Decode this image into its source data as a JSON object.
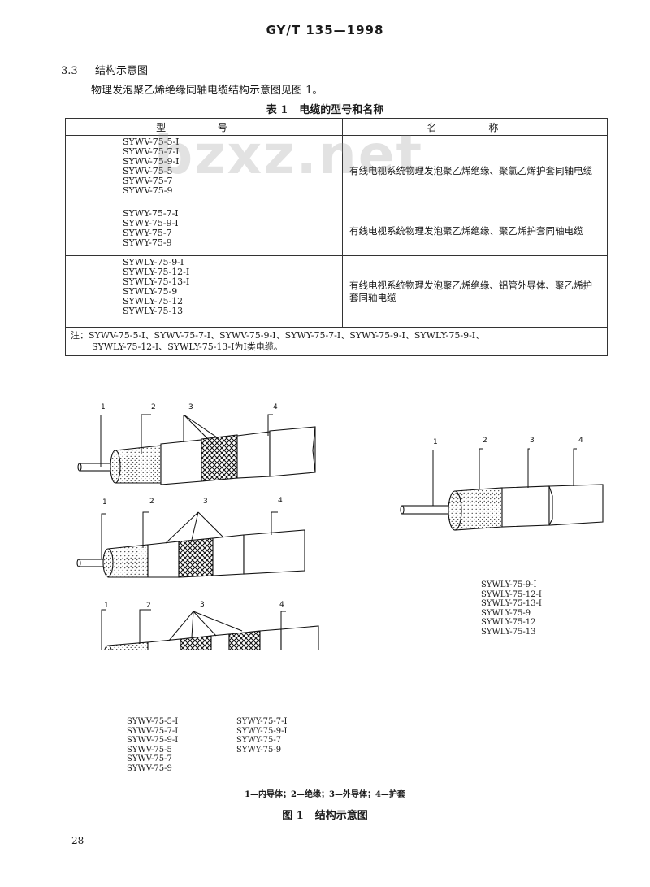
{
  "header": {
    "standard": "GY/T 135—1998"
  },
  "section": {
    "number": "3.3",
    "title": "结构示意图"
  },
  "intro": "物理发泡聚乙烯绝缘同轴电缆结构示意图见图 1。",
  "table": {
    "caption_number": "表 1",
    "caption_title": "电缆的型号和名称",
    "col_model": "型 号",
    "col_name": "名 称",
    "rows": [
      {
        "models": [
          "SYWV-75-5-Ⅰ",
          "SYWV-75-7-Ⅰ",
          "SYWV-75-9-Ⅰ",
          "SYWV-75-5",
          "SYWV-75-7",
          "SYWV-75-9"
        ],
        "name": "有线电视系统物理发泡聚乙烯绝缘、聚氯乙烯护套同轴电缆"
      },
      {
        "models": [
          "SYWY-75-7-Ⅰ",
          "SYWY-75-9-Ⅰ",
          "SYWY-75-7",
          "SYWY-75-9"
        ],
        "name": "有线电视系统物理发泡聚乙烯绝缘、聚乙烯护套同轴电缆"
      },
      {
        "models": [
          "SYWLY-75-9-Ⅰ",
          "SYWLY-75-12-Ⅰ",
          "SYWLY-75-13-Ⅰ",
          "SYWLY-75-9",
          "SYWLY-75-12",
          "SYWLY-75-13"
        ],
        "name": "有线电视系统物理发泡聚乙烯绝缘、铝管外导体、聚乙烯护套同轴电缆"
      }
    ],
    "note_line1": "注：SYWV-75-5-Ⅰ、SYWV-75-7-Ⅰ、SYWV-75-9-Ⅰ、SYWY-75-7-Ⅰ、SYWY-75-9-Ⅰ、SYWLY-75-9-Ⅰ、",
    "note_line2": "SYWLY-75-12-Ⅰ、SYWLY-75-13-Ⅰ为Ⅰ类电缆。"
  },
  "watermark": "bzxz.net",
  "figure": {
    "callouts": [
      "1",
      "2",
      "3",
      "4"
    ],
    "left_models_a": [
      "SYWV-75-5-Ⅰ",
      "SYWV-75-7-Ⅰ",
      "SYWV-75-9-Ⅰ",
      "SYWV-75-5",
      "SYWV-75-7",
      "SYWV-75-9"
    ],
    "left_models_b": [
      "SYWY-75-7-Ⅰ",
      "SYWY-75-9-Ⅰ",
      "SYWY-75-7",
      "SYWY-75-9"
    ],
    "right_models": [
      "SYWLY-75-9-Ⅰ",
      "SYWLY-75-12-Ⅰ",
      "SYWLY-75-13-Ⅰ",
      "SYWLY-75-9",
      "SYWLY-75-12",
      "SYWLY-75-13"
    ],
    "legend": "1—内导体；2—绝缘；3—外导体；4—护套",
    "caption_number": "图 1",
    "caption_title": "结构示意图"
  },
  "page_number": "28"
}
